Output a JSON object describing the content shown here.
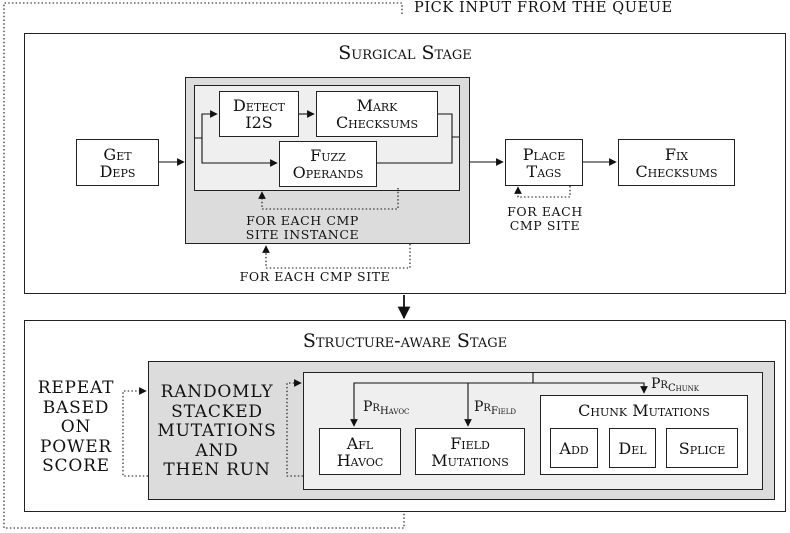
{
  "queue_label": "PICK INPUT FROM THE QUEUE",
  "surgical": {
    "title": "Surgical Stage",
    "get_deps": "Get\nDeps",
    "detect_i2s": "Detect\nI2S",
    "mark_checksums": "Mark\nChecksums",
    "fuzz_operands": "Fuzz\nOperands",
    "place_tags": "Place\nTags",
    "fix_checksums": "Fix\nChecksums",
    "loop_instance": "FOR EACH CMP\nSITE INSTANCE",
    "loop_site_place": "FOR EACH\nCMP SITE",
    "loop_site_outer": "FOR EACH CMP SITE"
  },
  "structure": {
    "title": "Structure-aware Stage",
    "repeat_label": "REPEAT\nBASED\nON\nPOWER\nSCORE",
    "random_label": "RANDOMLY\nSTACKED\nMUTATIONS\nAND\nTHEN RUN",
    "pr_havoc": {
      "main": "Pr",
      "sub": "Havoc"
    },
    "pr_field": {
      "main": "Pr",
      "sub": "Field"
    },
    "pr_chunk": {
      "main": "Pr",
      "sub": "Chunk"
    },
    "afl_havoc": "Afl\nHavoc",
    "field_mutations": "Field\nMutations",
    "chunk_mutations": "Chunk Mutations",
    "add": "Add",
    "del": "Del",
    "splice": "Splice"
  }
}
